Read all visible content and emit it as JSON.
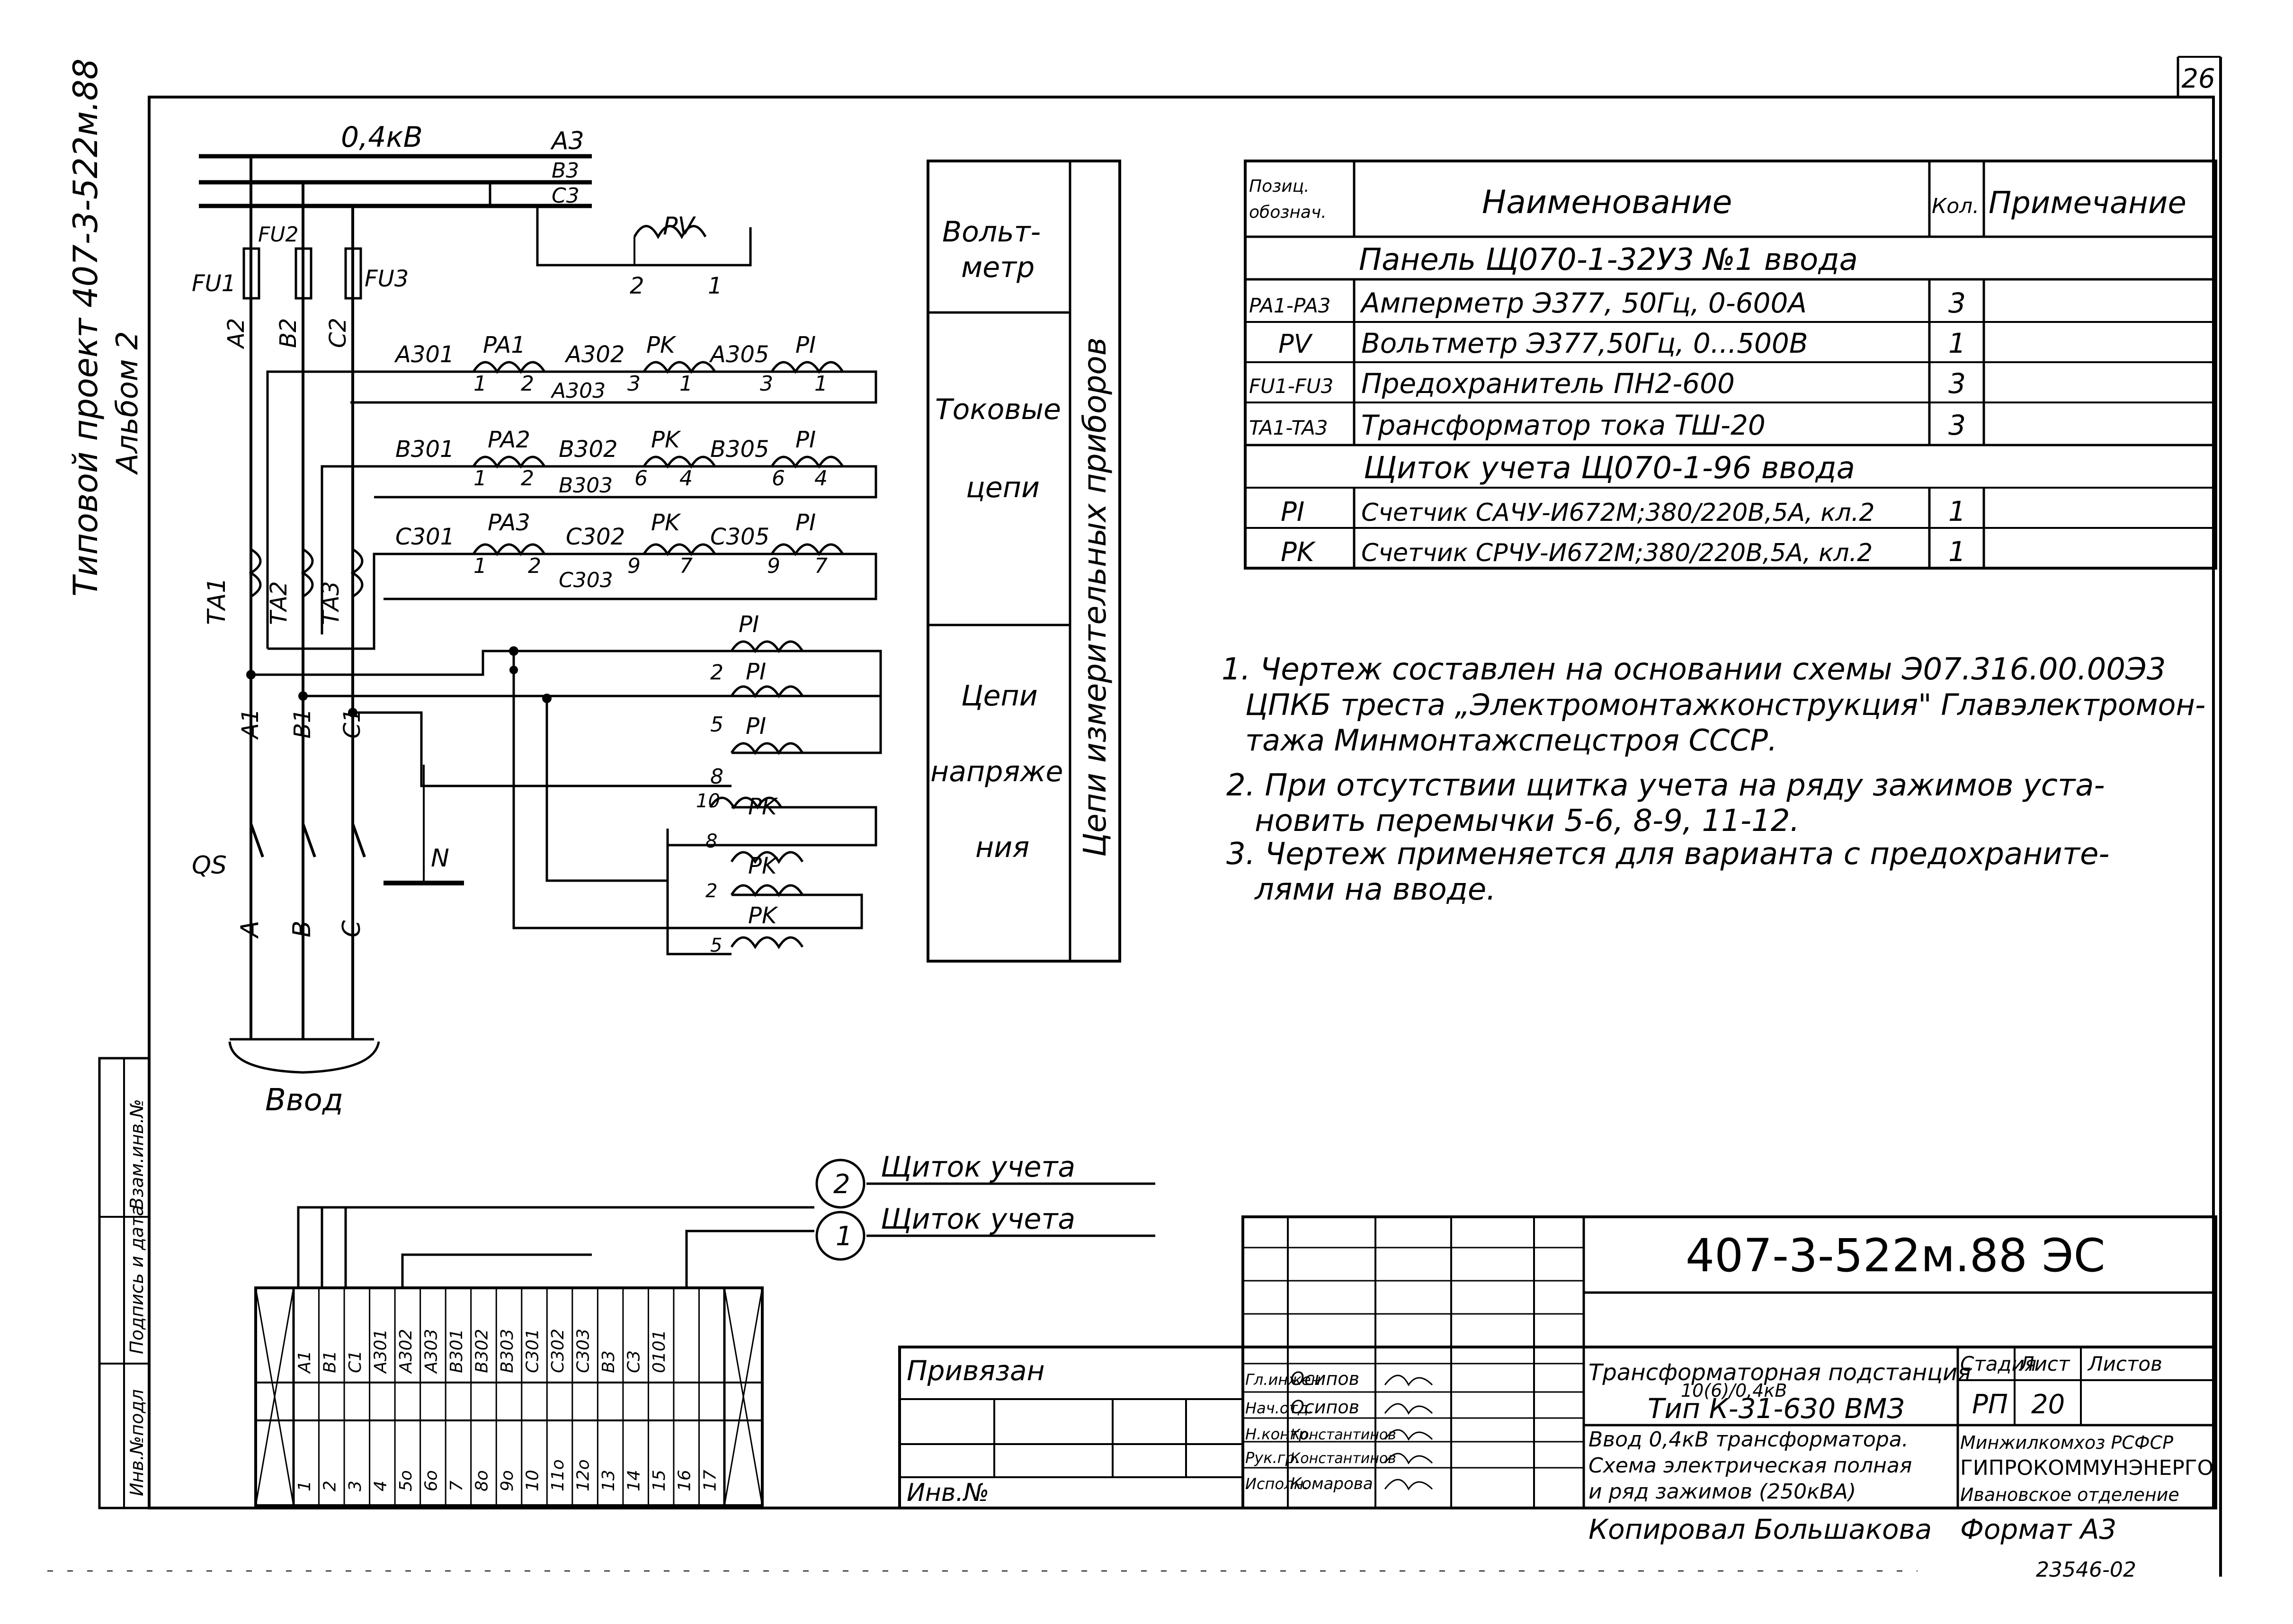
{
  "sheet": {
    "page_number": "26",
    "side_stamp_line1": "Типовой проект 407-3-522м.88",
    "side_stamp_line2": "Альбом 2",
    "side_box_labels": [
      "Инв.№подл",
      "Подпись и дата",
      "Взам.инв.№"
    ]
  },
  "schematic": {
    "bus_voltage": "0,4кВ",
    "bus_labels": [
      "А3",
      "В3",
      "С3"
    ],
    "fuse_labels": [
      "FU1",
      "FU2",
      "FU3"
    ],
    "phase_wire_labels": [
      "А2",
      "В2",
      "С2"
    ],
    "voltmeter": {
      "label": "PV",
      "terminals": [
        "2",
        "1"
      ]
    },
    "ct_labels": [
      "ТА1",
      "ТА2",
      "ТА3"
    ],
    "current_circuits": [
      {
        "w1": "А301",
        "meter_a": "PA1",
        "t_a": [
          "1",
          "2"
        ],
        "w2": "А302",
        "w3": "А303",
        "meter_k": "PK",
        "t_k": [
          "3",
          "1"
        ],
        "w4": "А305",
        "meter_i": "PI",
        "t_i": [
          "3",
          "1"
        ]
      },
      {
        "w1": "В301",
        "meter_a": "PA2",
        "t_a": [
          "1",
          "2"
        ],
        "w2": "В302",
        "w3": "В303",
        "meter_k": "PK",
        "t_k": [
          "6",
          "4"
        ],
        "w4": "В305",
        "meter_i": "PI",
        "t_i": [
          "6",
          "4"
        ]
      },
      {
        "w1": "С301",
        "meter_a": "PA3",
        "t_a": [
          "1",
          "2"
        ],
        "w2": "С302",
        "w3": "С303",
        "meter_k": "PK",
        "t_k": [
          "9",
          "7"
        ],
        "w4": "С305",
        "meter_i": "PI",
        "t_i": [
          "9",
          "7"
        ]
      }
    ],
    "voltage_coils": [
      {
        "meter": "PI",
        "terminal": ""
      },
      {
        "meter": "PI",
        "terminal": "2"
      },
      {
        "meter": "PI",
        "terminal": "5"
      },
      {
        "meter": "",
        "terminal": "8"
      },
      {
        "meter": "PK",
        "terminal": "10"
      },
      {
        "meter": "PK",
        "terminal": "8"
      },
      {
        "meter": "PK",
        "terminal": "2"
      },
      {
        "meter": "",
        "terminal": "5"
      }
    ],
    "phase_labels_mid": [
      "А1",
      "В1",
      "С1"
    ],
    "switch_label": "QS",
    "neutral_label": "N",
    "phase_labels_bottom": [
      "А",
      "В",
      "С"
    ],
    "input_label": "Ввод",
    "sections": [
      {
        "name": "Вольт-метр",
        "lines": [
          "Вольт-",
          "метр"
        ]
      },
      {
        "name": "Токовые цепи",
        "lines": [
          "Токовые",
          "цепи"
        ]
      },
      {
        "name": "Цепи напряжения",
        "lines": [
          "Цепи",
          "напряже",
          "ния"
        ]
      }
    ],
    "sections_vertical": "Цепи измерительных приборов"
  },
  "spec_table": {
    "headers": [
      "Позиц. обознач.",
      "Наименование",
      "Кол.",
      "Примечание"
    ],
    "group1": "Панель Щ070-1-32У3 №1 ввода",
    "rows1": [
      {
        "pos": "PA1-PA3",
        "name": "Амперметр Э377, 50Гц, 0-600А",
        "qty": "3",
        "note": ""
      },
      {
        "pos": "PV",
        "name": "Вольтметр Э377,50Гц, 0...500В",
        "qty": "1",
        "note": ""
      },
      {
        "pos": "FU1-FU3",
        "name": "Предохранитель ПН2-600",
        "qty": "3",
        "note": ""
      },
      {
        "pos": "TA1-TA3",
        "name": "Трансформатор тока ТШ-20",
        "qty": "3",
        "note": ""
      }
    ],
    "group2": "Щиток учета Щ070-1-96 ввода",
    "rows2": [
      {
        "pos": "PI",
        "name": "Счетчик САЧУ-И672М;380/220В,5А, кл.2",
        "qty": "1",
        "note": ""
      },
      {
        "pos": "PK",
        "name": "Счетчик СРЧУ-И672М;380/220В,5А, кл.2",
        "qty": "1",
        "note": ""
      }
    ]
  },
  "notes": [
    "1. Чертеж составлен на основании схемы Э07.316.00.00Э3",
    "ЦПКБ треста „Электромонтажконструкция\" Главэлектромон-",
    "тажа Минмонтажспецстроя СССР.",
    "2. При отсутствии щитка учета на ряду зажимов уста-",
    "новить перемычки 5-6, 8-9, 11-12.",
    "3. Чертеж применяется для варианта с предохраните-",
    "лями на вводе."
  ],
  "terminal_block": {
    "wires": [
      "A1",
      "B1",
      "C1",
      "A301",
      "A302",
      "A303",
      "B301",
      "B302",
      "B303",
      "C301",
      "C302",
      "C303",
      "B3",
      "C3",
      "0101"
    ],
    "numbers": [
      "1",
      "2",
      "3",
      "4",
      "5о",
      "6о",
      "7",
      "8о",
      "9о",
      "10",
      "11о",
      "12о",
      "13",
      "14",
      "15",
      "16",
      "17"
    ],
    "circle1": "2",
    "circle2": "1",
    "dest_label": "Щиток учета"
  },
  "title_block": {
    "code": "407-3-522м.88  ЭС",
    "attached": "Привязан",
    "inv_label": "Инв.№",
    "roles": [
      "Гл.инжен",
      "Нач.отд.",
      "Н.контр.",
      "Рук.гр.",
      "Исполн."
    ],
    "names": [
      "Осипов",
      "Осипов",
      "Константинов",
      "Константинов",
      "Комарова"
    ],
    "title_lines": [
      "Трансформаторная подстанция",
      "10(6)/0,4кВ",
      "Тип К-31-630 ВМЗ"
    ],
    "sheet_title_lines": [
      "Ввод 0,4кВ трансформатора.",
      "Схема электрическая полная",
      "и ряд зажимов (250кВА)"
    ],
    "stage_header": "Стадия",
    "sheet_header": "Лист",
    "sheets_header": "Листов",
    "stage": "РП",
    "sheet": "20",
    "org_lines": [
      "Минжилкомхоз РСФСР",
      "ГИПРОКОММУНЭНЕРГО",
      "Ивановское отделение"
    ],
    "copied": "Копировал  Большакова",
    "format": "Формат А3",
    "archive": "23546-02"
  }
}
